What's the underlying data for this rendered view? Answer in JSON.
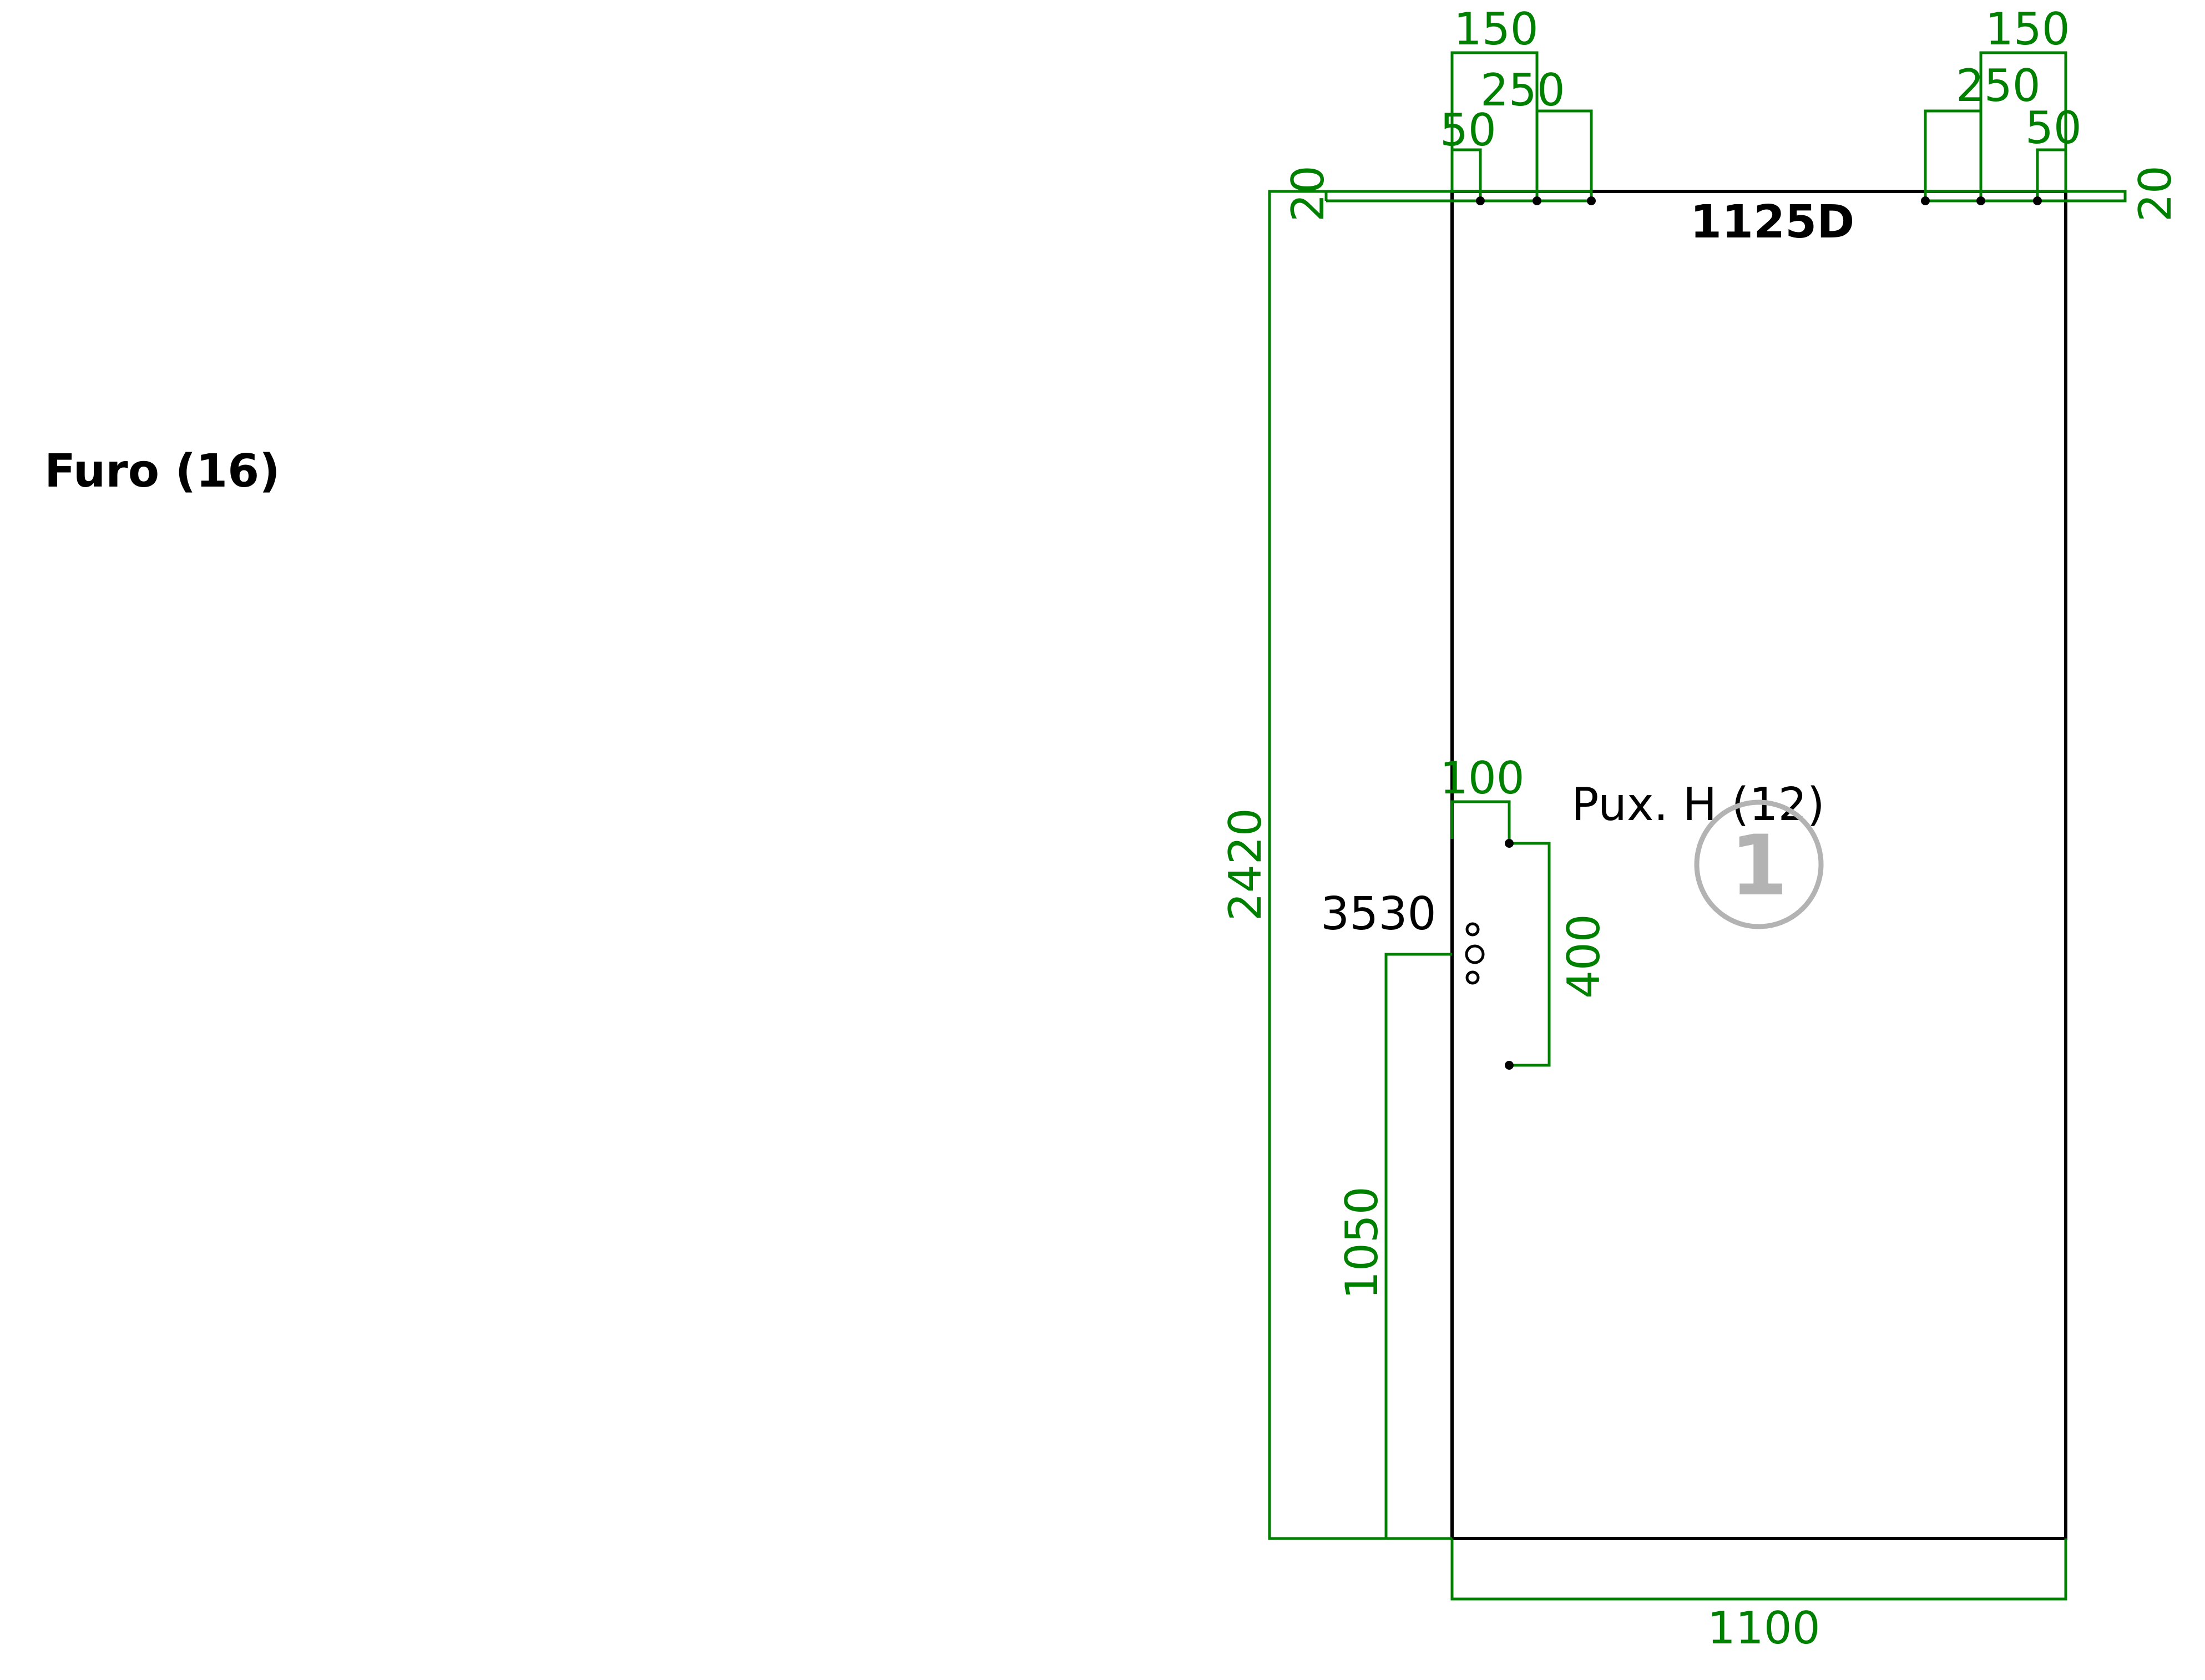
{
  "labels": {
    "operation_title": "Furo (16)",
    "panel_code": "1125D",
    "handle_label": "Pux. H (12)",
    "handle_ref": "3530",
    "part_number": "1"
  },
  "dimensions": {
    "top_left_150": "150",
    "top_left_250": "250",
    "top_left_50": "50",
    "top_right_150": "150",
    "top_right_250": "250",
    "top_right_50": "50",
    "edge_left_20": "20",
    "edge_right_20": "20",
    "height_total": "2420",
    "width_total": "1100",
    "handle_offset_100": "100",
    "handle_span_400": "400",
    "handle_height_1050": "1050"
  },
  "colors": {
    "dimension": "#008000",
    "outline": "#000000",
    "badge": "#b3b3b3"
  }
}
